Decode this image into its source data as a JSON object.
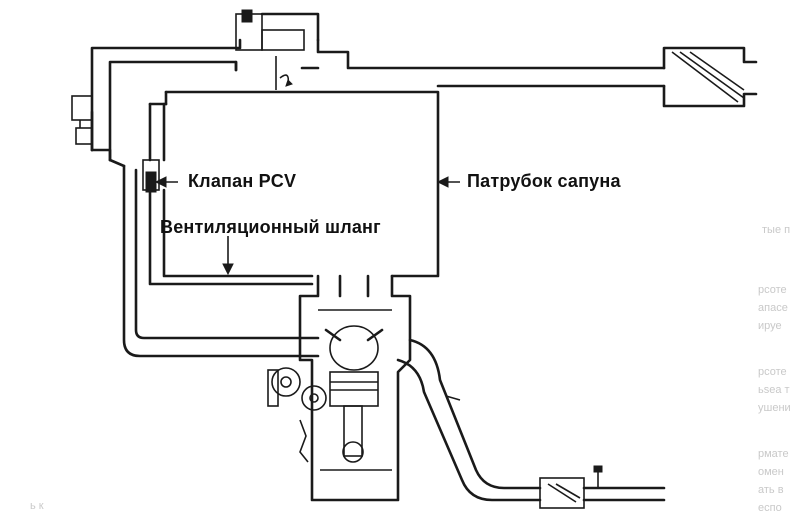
{
  "labels": {
    "pcv_valve": "Клапан PCV",
    "breather_pipe": "Патрубок сапуна",
    "ventilation_hose": "Вентиляционный шланг"
  },
  "bleed_through": [
    "тые п",
    "рсоте",
    "апасе",
    "ируе",
    "рсоте",
    "ьsеа т",
    "ушени",
    "рмате",
    "омен",
    "ать в",
    "еспо",
    "ь к"
  ],
  "colors": {
    "ink": "#1a1a1a",
    "background": "#ffffff",
    "bleed": "#c9c9c9"
  }
}
